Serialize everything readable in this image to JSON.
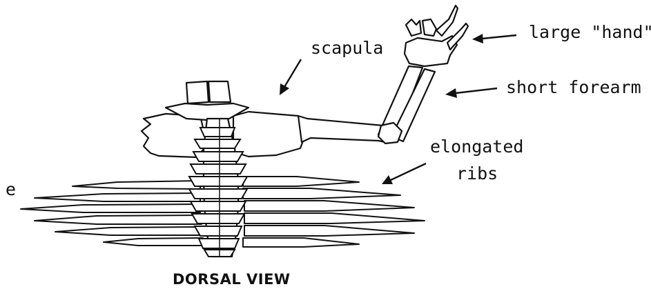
{
  "labels": {
    "scapula": "scapula",
    "hand": "large \"hand\"",
    "forearm": "short forearm",
    "ribs_line1": "elongated",
    "ribs_line2": "ribs",
    "left_cut": "e"
  },
  "caption": "DORSAL VIEW"
}
